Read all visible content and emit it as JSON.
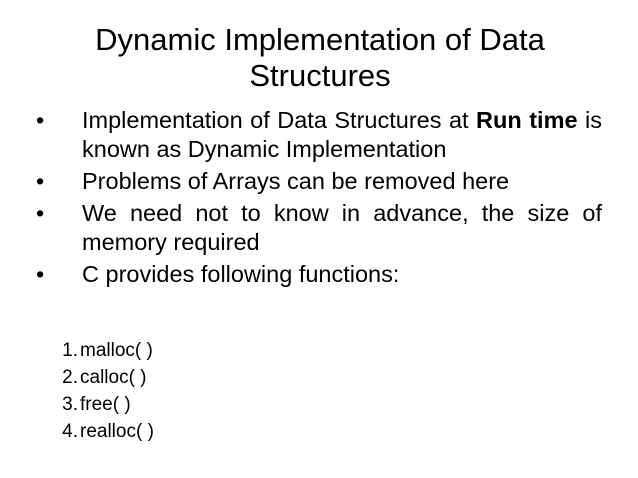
{
  "slide": {
    "title": "Dynamic Implementation of Data Structures",
    "bullet_glyph": "•",
    "bullets": [
      {
        "before": "Implementation of Data Structures at ",
        "bold": "Run time",
        "after": " is known as Dynamic Implementation"
      },
      {
        "text": "Problems of Arrays can be removed here"
      },
      {
        "text": "We need not to know in advance, the size of memory required"
      },
      {
        "text": "C provides following functions:"
      }
    ],
    "functions": [
      {
        "marker": "1.",
        "text": "malloc( )"
      },
      {
        "marker": "2.",
        "text": "calloc( )"
      },
      {
        "marker": "3.",
        "text": "free( )"
      },
      {
        "marker": "4.",
        "text": "realloc( )"
      }
    ]
  }
}
